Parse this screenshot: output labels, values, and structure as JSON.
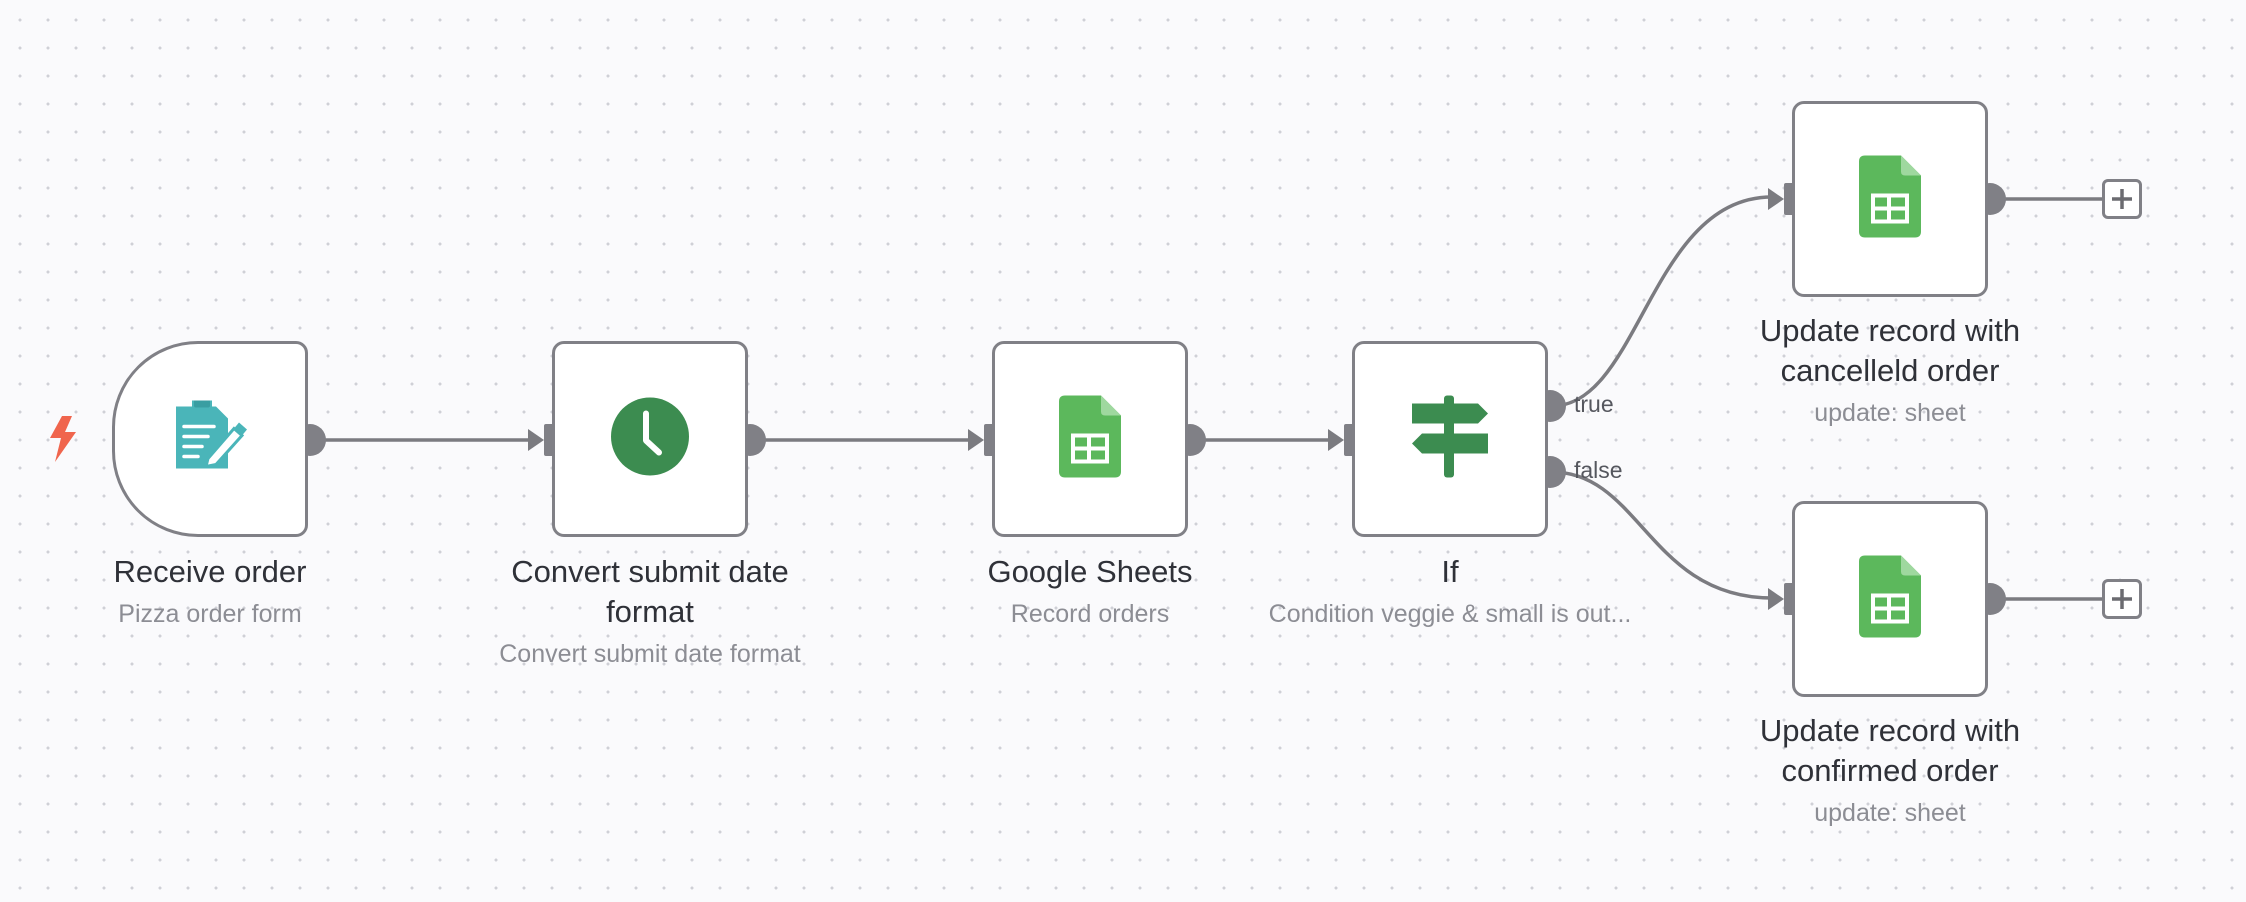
{
  "canvas": {
    "nodes": [
      {
        "id": "receive_order",
        "title": "Receive order",
        "subtitle": "Pizza order form",
        "icon": "form-icon",
        "type": "trigger"
      },
      {
        "id": "convert_date",
        "title": "Convert submit date format",
        "subtitle": "Convert submit date format",
        "icon": "clock-icon"
      },
      {
        "id": "google_sheets",
        "title": "Google Sheets",
        "subtitle": "Record orders",
        "icon": "google-sheets-icon"
      },
      {
        "id": "if",
        "title": "If",
        "subtitle": "Condition veggie & small is out...",
        "icon": "signpost-icon"
      },
      {
        "id": "update_cancelled",
        "title": "Update record with cancelleld order",
        "subtitle": "update: sheet",
        "icon": "google-sheets-icon"
      },
      {
        "id": "update_confirmed",
        "title": "Update record with confirmed order",
        "subtitle": "update: sheet",
        "icon": "google-sheets-icon"
      }
    ],
    "branches": {
      "true_label": "true",
      "false_label": "false"
    },
    "colors": {
      "node_border": "#808086",
      "connector": "#7b7b80",
      "trigger_bolt": "#f0654d",
      "sheets_green": "#5cb85c",
      "clock_green": "#3c8c50",
      "form_teal": "#4ab5b9"
    }
  }
}
